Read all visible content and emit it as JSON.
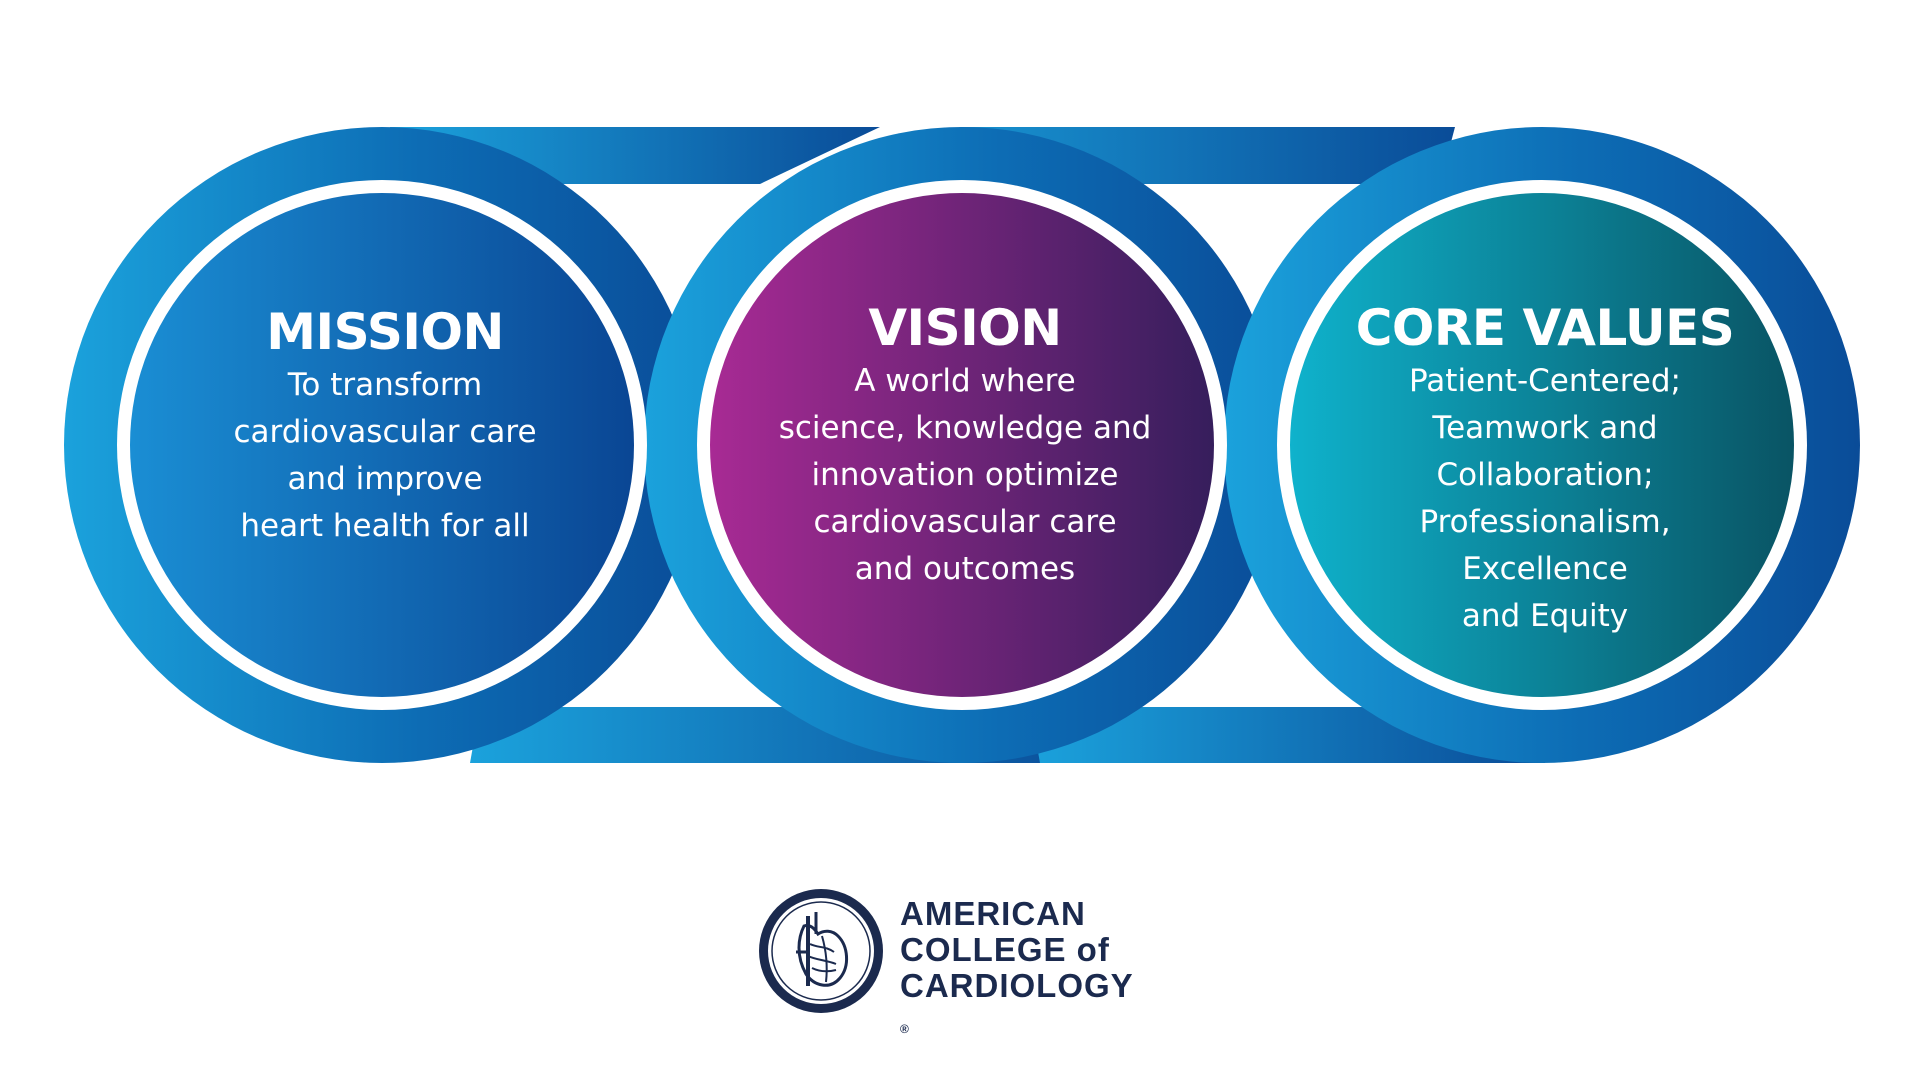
{
  "mission": {
    "title": "MISSION",
    "lines": [
      "To transform",
      "cardiovascular care",
      "and improve",
      "heart health for all"
    ]
  },
  "vision": {
    "title": "VISION",
    "lines": [
      "A world where",
      "science, knowledge and",
      "innovation optimize",
      "cardiovascular care",
      "and outcomes"
    ]
  },
  "core_values": {
    "title": "CORE VALUES",
    "lines": [
      "Patient-Centered;",
      "Teamwork and",
      "Collaboration;",
      "Professionalism,",
      "Excellence",
      "and Equity"
    ]
  },
  "logo": {
    "name_lines": [
      "AMERICAN",
      "COLLEGE of",
      "CARDIOLOGY"
    ],
    "registered_mark": "®"
  },
  "colors": {
    "ring_light": "#1a9ad8",
    "ring_dark": "#0a4f9a",
    "mission_light": "#1a8ad0",
    "mission_dark": "#0b4896",
    "vision_light": "#a02a92",
    "vision_dark": "#3a1f5e",
    "values_light": "#10aec8",
    "values_dark": "#0a5a6a",
    "logo_navy": "#1b2a4e"
  }
}
